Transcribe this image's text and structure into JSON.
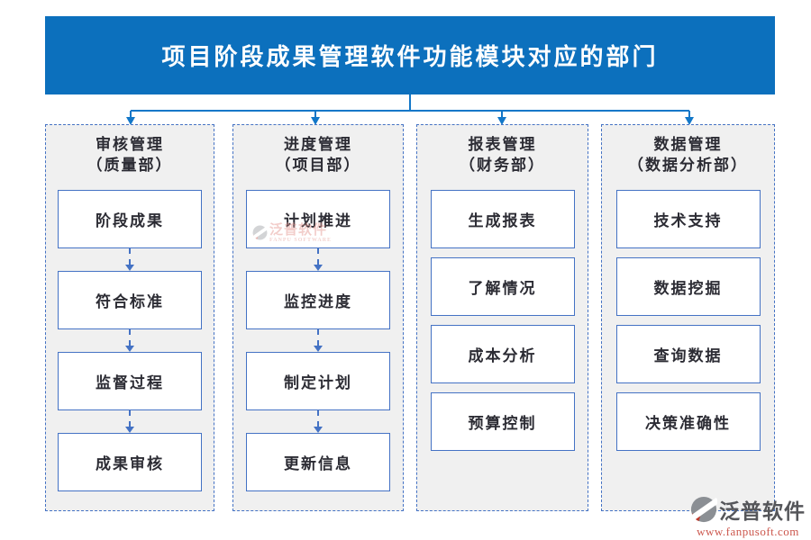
{
  "title": "项目阶段成果管理软件功能模块对应的部门",
  "columns": [
    {
      "title": "审核管理",
      "dept": "（质量部）",
      "items": [
        "阶段成果",
        "符合标准",
        "监督过程",
        "成果审核"
      ]
    },
    {
      "title": "进度管理",
      "dept": "（项目部）",
      "items": [
        "计划推进",
        "监控进度",
        "制定计划",
        "更新信息"
      ]
    },
    {
      "title": "报表管理",
      "dept": "（财务部）",
      "items": [
        "生成报表",
        "了解情况",
        "成本分析",
        "预算控制"
      ]
    },
    {
      "title": "数据管理",
      "dept": "（数据分析部）",
      "items": [
        "技术支持",
        "数据挖掘",
        "查询数据",
        "决策准确性"
      ]
    }
  ],
  "watermark": {
    "text": "泛普软件",
    "subtext": "FANPU SOFTWARE"
  },
  "brand": {
    "name": "泛普软件",
    "url": "www.fanpusoft.com"
  },
  "colors": {
    "banner_blue": "#0c70bd",
    "border_blue": "#4472c4",
    "panel_gray": "#f0f0f0",
    "brand_red": "#cc574d"
  }
}
